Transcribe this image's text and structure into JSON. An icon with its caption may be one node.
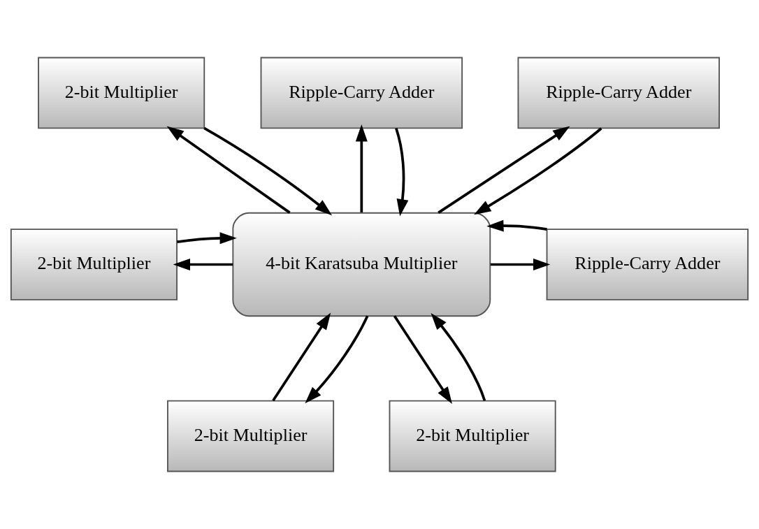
{
  "diagram": {
    "nodes": [
      {
        "text": [
          "Ripple-Carry Adder"
        ]
      },
      {
        "text": [
          "2-bit Multiplier"
        ]
      },
      {
        "text": [
          "Ripple-Carry Adder"
        ]
      },
      {
        "text": [
          "4-bit Karatsuba Multiplier"
        ]
      },
      {
        "text": [
          "2-bit Multiplier"
        ]
      },
      {
        "text": [
          "Ripple-Carry Adder"
        ]
      },
      {
        "text": [
          "2-bit Multiplier"
        ]
      },
      {
        "text": [
          "2-bit Multiplier"
        ]
      }
    ],
    "edges": [
      {
        "from": 3,
        "to": 1,
        "arrow": "to"
      },
      {
        "from": 1,
        "to": 3,
        "arrow": "to"
      },
      {
        "from": 3,
        "to": 0,
        "arrow": "to"
      },
      {
        "from": 0,
        "to": 3,
        "arrow": "to"
      },
      {
        "from": 3,
        "to": 2,
        "arrow": "to"
      },
      {
        "from": 2,
        "to": 3,
        "arrow": "to"
      },
      {
        "from": 3,
        "to": 4,
        "arrow": "to"
      },
      {
        "from": 4,
        "to": 3,
        "arrow": "to"
      },
      {
        "from": 3,
        "to": 5,
        "arrow": "to"
      },
      {
        "from": 5,
        "to": 3,
        "arrow": "to"
      },
      {
        "from": 6,
        "to": 3,
        "arrow": "to"
      },
      {
        "from": 3,
        "to": 6,
        "arrow": "to"
      },
      {
        "from": 3,
        "to": 7,
        "arrow": "to"
      },
      {
        "from": 7,
        "to": 3,
        "arrow": "to"
      }
    ]
  }
}
